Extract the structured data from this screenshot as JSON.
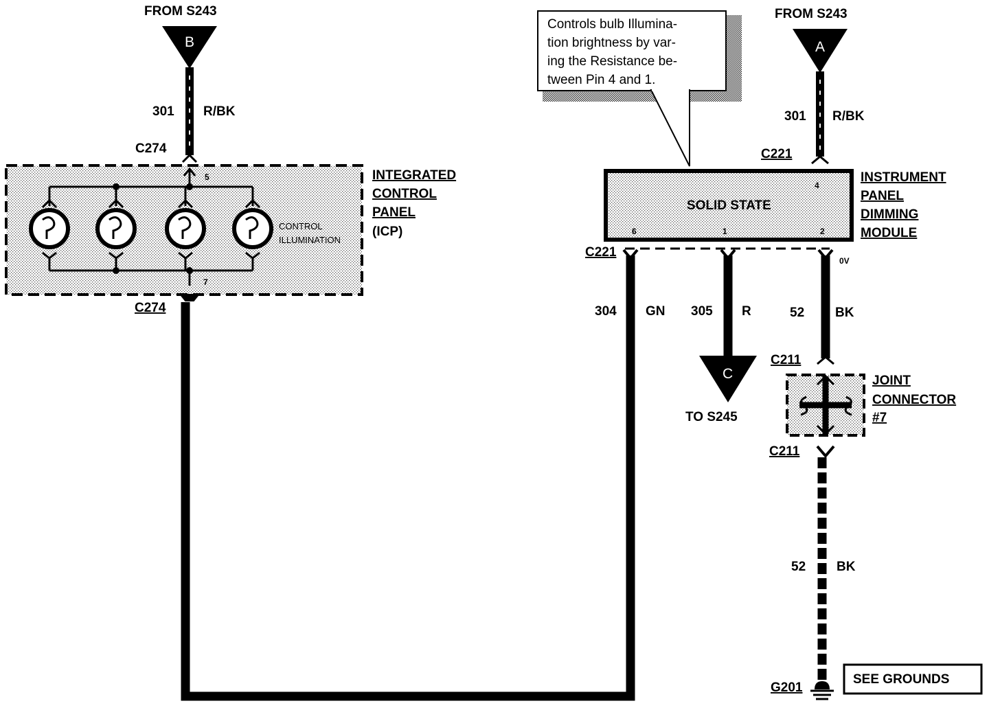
{
  "top_left": {
    "from_label": "FROM S243",
    "triangle_letter": "B",
    "circuit_number": "301",
    "circuit_color": "R/BK",
    "connector_top": "C274",
    "connector_bottom": "C274",
    "pin_top": "5",
    "pin_bottom": "7"
  },
  "icp": {
    "title_lines": [
      "INTEGRATED",
      "CONTROL",
      "PANEL",
      "(ICP)"
    ],
    "bulb_label_lines": [
      "CONTROL",
      "ILLUMINATION"
    ],
    "bulb_count": 4
  },
  "note_box": {
    "lines": [
      "Controls bulb Illumina-",
      "tion brightness by var-",
      "ing the Resistance be-",
      "tween Pin 4 and 1."
    ]
  },
  "top_right": {
    "from_label": "FROM S243",
    "triangle_letter": "A",
    "circuit_number": "301",
    "circuit_color": "R/BK",
    "connector": "C221"
  },
  "dimming_module": {
    "inner_label": "SOLID STATE",
    "pins": {
      "top": "4",
      "left": "6",
      "middle": "1",
      "right": "2"
    },
    "title_lines": [
      "INSTRUMENT",
      "PANEL",
      "DIMMING",
      "MODULE"
    ],
    "bottom_connector": "C221"
  },
  "wires": {
    "w304": {
      "number": "304",
      "color": "GN"
    },
    "w305": {
      "number": "305",
      "color": "R"
    },
    "w52_upper": {
      "number": "52",
      "color": "BK",
      "voltage": "0V"
    },
    "w52_lower": {
      "number": "52",
      "color": "BK"
    }
  },
  "to_s245": {
    "triangle_letter": "C",
    "label": "TO S245"
  },
  "joint_connector": {
    "connector_top": "C211",
    "connector_bottom": "C211",
    "title_lines": [
      "JOINT",
      "CONNECTOR",
      "#7"
    ]
  },
  "ground": {
    "label": "G201",
    "see_grounds": "SEE GROUNDS"
  }
}
